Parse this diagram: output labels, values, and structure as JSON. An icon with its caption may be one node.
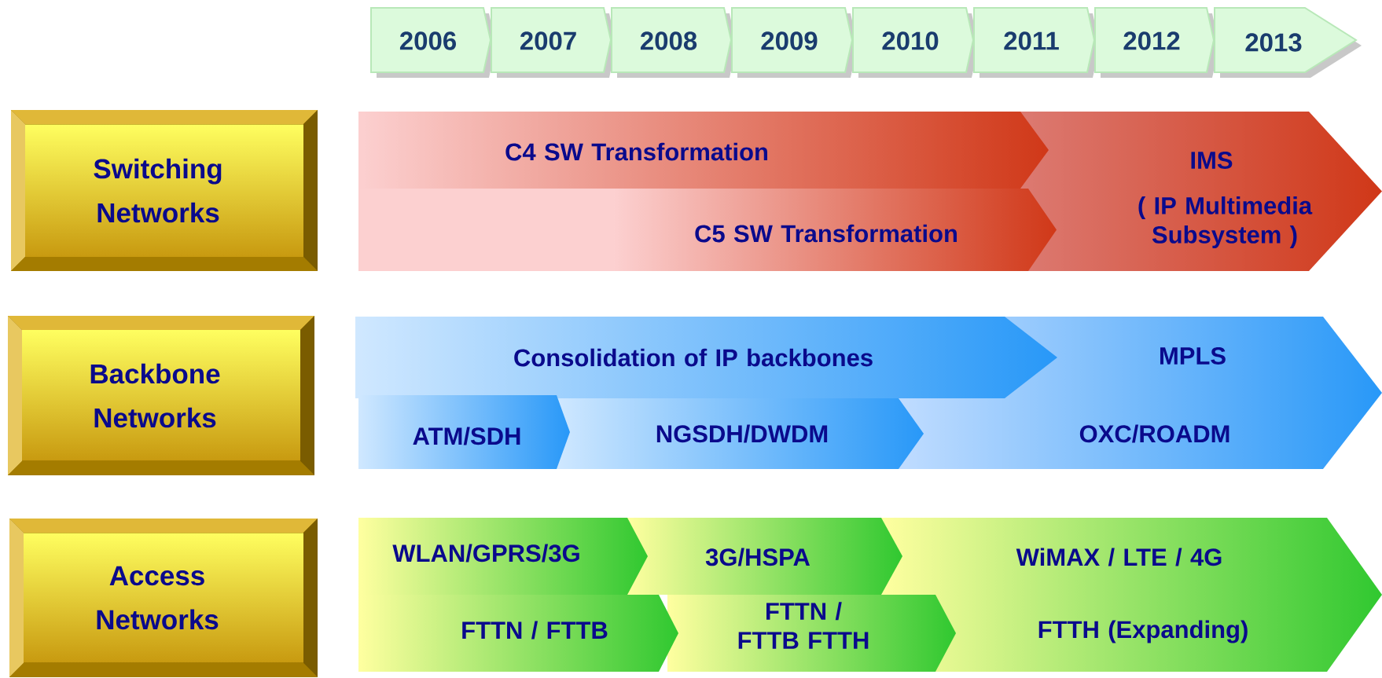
{
  "diagram": {
    "nodes": [
      {
        "text": [
          "2006"
        ]
      },
      {
        "text": [
          "2007"
        ]
      },
      {
        "text": [
          "2008"
        ]
      },
      {
        "text": [
          "2009"
        ]
      },
      {
        "text": [
          "2010"
        ]
      },
      {
        "text": [
          "2011"
        ]
      },
      {
        "text": [
          "2012"
        ]
      },
      {
        "text": [
          "2013"
        ]
      },
      {
        "text": [
          "Switching Networks"
        ]
      },
      {
        "text": [
          "C4 SW Transformation"
        ]
      },
      {
        "text": [
          "C5 SW Transformation"
        ]
      },
      {
        "text": [
          "IMS",
          "( IP Multimedia Subsystem )"
        ]
      },
      {
        "text": [
          "Backbone Networks"
        ]
      },
      {
        "text": [
          "Consolidation of IP backbones"
        ]
      },
      {
        "text": [
          "MPLS",
          "OXC/ROADM"
        ]
      },
      {
        "text": [
          "ATM/SDH"
        ]
      },
      {
        "text": [
          "NGSDH/DWDM"
        ]
      },
      {
        "text": [
          "Access Networks"
        ]
      },
      {
        "text": [
          "WLAN/GPRS/3G"
        ]
      },
      {
        "text": [
          "3G/HSPA"
        ]
      },
      {
        "text": [
          "WiMAX / LTE / 4G",
          "FTTH (Expanding)"
        ]
      },
      {
        "text": [
          "FTTN / FTTB"
        ]
      },
      {
        "text": [
          "FTTN / FTTB FTTH"
        ]
      }
    ]
  }
}
